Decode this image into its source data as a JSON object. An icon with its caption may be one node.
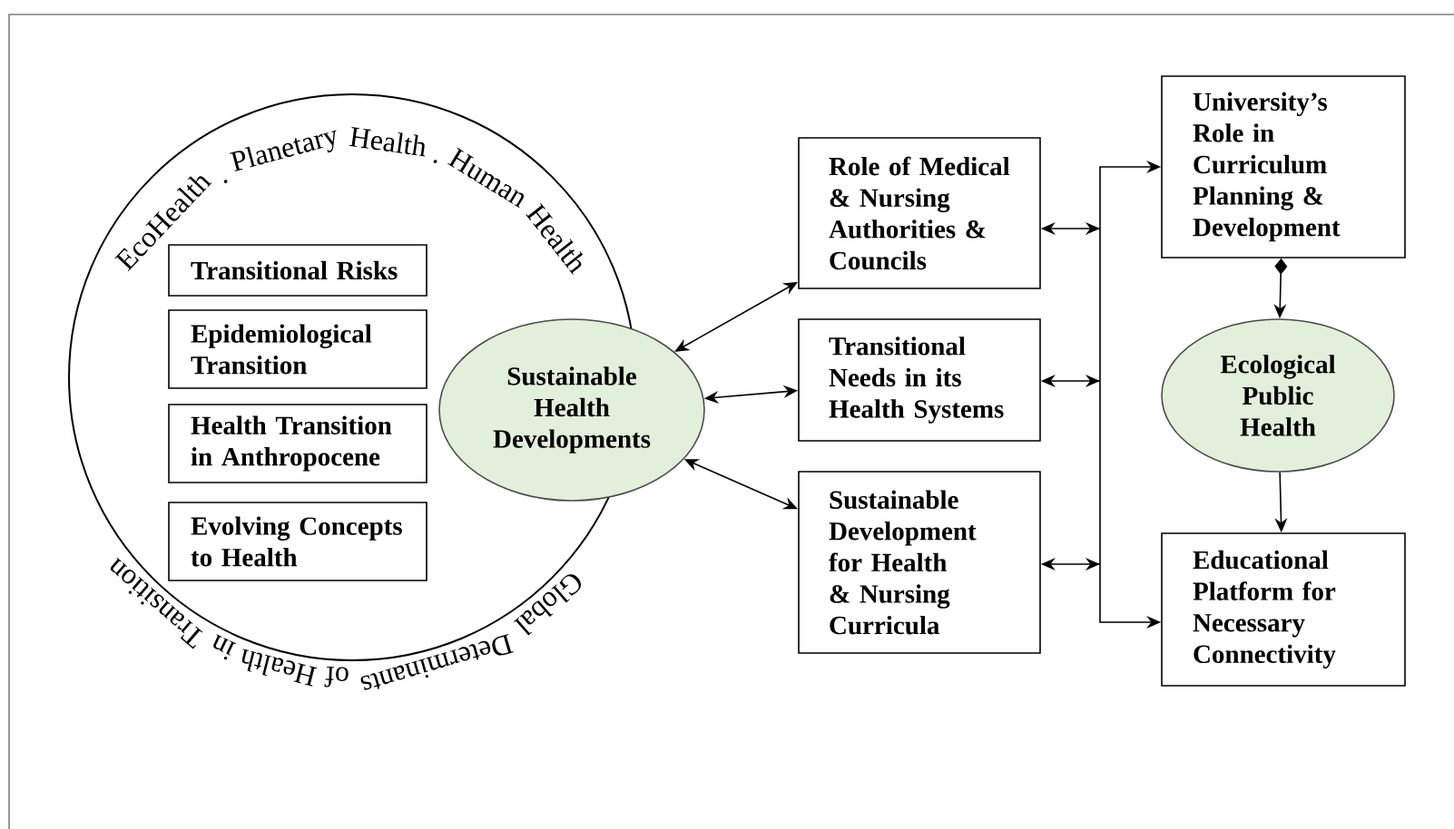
{
  "diagram": {
    "nodes": [
      {
        "text": [
          "EcoHealth . Planetary Health . Human Health",
          "Global Determinants of Health in Transition"
        ]
      },
      {
        "text": [
          "Transitional Risks"
        ],
        "in": 0
      },
      {
        "text": [
          "Epidemiological Transition"
        ],
        "in": 0
      },
      {
        "text": [
          "Health Transition in Anthropocene"
        ],
        "in": 0
      },
      {
        "text": [
          "Evolving Concepts to Health"
        ],
        "in": 0
      },
      {
        "text": [
          "Sustainable Health Developments"
        ]
      },
      {
        "text": [
          "Role of Medical & Nursing Authorities & Councils"
        ]
      },
      {
        "text": [
          "Transitional Needs in its Health Systems"
        ]
      },
      {
        "text": [
          "Sustainable Development for Health & Nursing Curricula"
        ]
      },
      {
        "text": [
          "University’s Role in Curriculum Planning & Development"
        ]
      },
      {
        "text": [
          "Ecological Public Health"
        ]
      },
      {
        "text": [
          "Educational Platform for Necessary Connectivity"
        ]
      }
    ],
    "edges": [
      {
        "from": 5,
        "to": 6,
        "arrow": "both"
      },
      {
        "from": 5,
        "to": 7,
        "arrow": "both"
      },
      {
        "from": 5,
        "to": 8,
        "arrow": "both"
      },
      {
        "from": 6,
        "to": 9,
        "arrow": "both"
      },
      {
        "from": 6,
        "to": 11,
        "arrow": "both"
      },
      {
        "from": 7,
        "to": 9,
        "arrow": "both"
      },
      {
        "from": 7,
        "to": 11,
        "arrow": "both"
      },
      {
        "from": 8,
        "to": 9,
        "arrow": "both"
      },
      {
        "from": 8,
        "to": 11,
        "arrow": "both"
      },
      {
        "from": 9,
        "to": 10,
        "arrow": "to"
      },
      {
        "from": 10,
        "to": 11,
        "arrow": "to"
      }
    ]
  }
}
